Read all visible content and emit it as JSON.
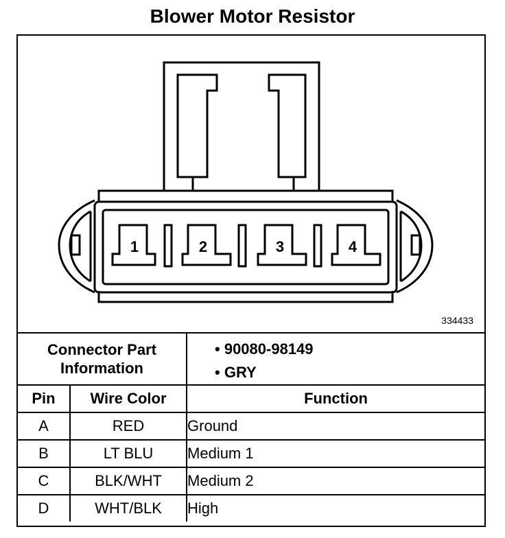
{
  "title": "Blower Motor Resistor",
  "figure_id": "334433",
  "connector": {
    "pins": [
      "1",
      "2",
      "3",
      "4"
    ]
  },
  "part_info": {
    "label_line1": "Connector Part",
    "label_line2": "Information",
    "values": [
      "• 90080-98149",
      "• GRY"
    ]
  },
  "table": {
    "headers": {
      "pin": "Pin",
      "wire_color": "Wire Color",
      "function": "Function"
    },
    "rows": [
      {
        "pin": "A",
        "wire_color": "RED",
        "function": "Ground"
      },
      {
        "pin": "B",
        "wire_color": "LT BLU",
        "function": "Medium 1"
      },
      {
        "pin": "C",
        "wire_color": "BLK/WHT",
        "function": "Medium 2"
      },
      {
        "pin": "D",
        "wire_color": "WHT/BLK",
        "function": "High"
      }
    ]
  }
}
